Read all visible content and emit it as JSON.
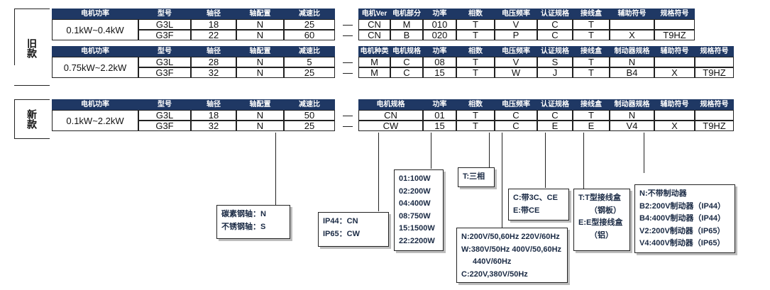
{
  "old": {
    "label": "旧款",
    "group1": {
      "power_range": "0.1kW~0.4kW",
      "left_headers": [
        "电机功率",
        "型号",
        "轴径",
        "轴配置",
        "减速比"
      ],
      "left_rows": [
        [
          "G3L",
          "18",
          "N",
          "25"
        ],
        [
          "G3F",
          "22",
          "N",
          "60"
        ]
      ],
      "right_headers": [
        "电机Ver",
        "电机部分",
        "功率",
        "相数",
        "电压频率",
        "认证规格",
        "接线盒",
        "辅助符号",
        "规格符号"
      ],
      "right_rows": [
        [
          "CN",
          "M",
          "010",
          "T",
          "V",
          "C",
          "T",
          "",
          ""
        ],
        [
          "CN",
          "B",
          "020",
          "T",
          "P",
          "C",
          "T",
          "X",
          "T9HZ"
        ]
      ]
    },
    "group2": {
      "power_range": "0.75kW~2.2kW",
      "left_headers": [
        "电机功率",
        "型号",
        "轴径",
        "轴配置",
        "减速比"
      ],
      "left_rows": [
        [
          "G3L",
          "28",
          "N",
          "5"
        ],
        [
          "G3F",
          "32",
          "N",
          "25"
        ]
      ],
      "right_headers": [
        "电机种类",
        "电机规格",
        "功率",
        "相数",
        "电压频率",
        "认证规格",
        "接线盒",
        "制动器规格",
        "辅助符号",
        "规格符号"
      ],
      "right_rows": [
        [
          "M",
          "C",
          "08",
          "T",
          "V",
          "S",
          "T",
          "N",
          "",
          ""
        ],
        [
          "M",
          "C",
          "15",
          "T",
          "W",
          "J",
          "T",
          "B4",
          "X",
          "T9HZ"
        ]
      ]
    }
  },
  "new": {
    "label": "新款",
    "power_range": "0.1kW~2.2kW",
    "left_headers": [
      "电机功率",
      "型号",
      "轴径",
      "轴配置",
      "减速比"
    ],
    "left_rows": [
      [
        "G3L",
        "18",
        "N",
        "50"
      ],
      [
        "G3F",
        "32",
        "N",
        "25"
      ]
    ],
    "right_headers": [
      "电机规格",
      "功率",
      "相数",
      "电压频率",
      "认证规格",
      "接线盒",
      "制动器规格",
      "辅助符号",
      "规格符号"
    ],
    "right_rows": [
      [
        "CN",
        "01",
        "T",
        "C",
        "C",
        "T",
        "N",
        "",
        ""
      ],
      [
        "CW",
        "15",
        "T",
        "C",
        "E",
        "E",
        "V4",
        "X",
        "T9HZ"
      ]
    ]
  },
  "notes": {
    "shaft": [
      "碳素钢轴：N",
      "不锈钢轴：S"
    ],
    "ip": [
      "IP44：CN",
      "IP65：CW"
    ],
    "power": [
      "01:100W",
      "02:200W",
      "04:400W",
      "08:750W",
      "15:1500W",
      "22:2200W"
    ],
    "phase": [
      "T:三相"
    ],
    "voltage": [
      "N:200V/50,60Hz  220V/60Hz",
      "W:380V/50Hz 400V/50,60Hz",
      "440V/60Hz",
      "C:220V,380V/50Hz"
    ],
    "cert": [
      "C:带3C、CE",
      "E:带CE"
    ],
    "junction": [
      "T:T型接线盒",
      "（钢板）",
      "E:E型接线盒",
      "（铝）"
    ],
    "brake": [
      "N:不带制动器",
      "B2:200V制动器（IP44）",
      "B4:400V制动器（IP44）",
      "V2:200V制动器（IP65）",
      "V4:400V制动器（IP65）"
    ]
  }
}
